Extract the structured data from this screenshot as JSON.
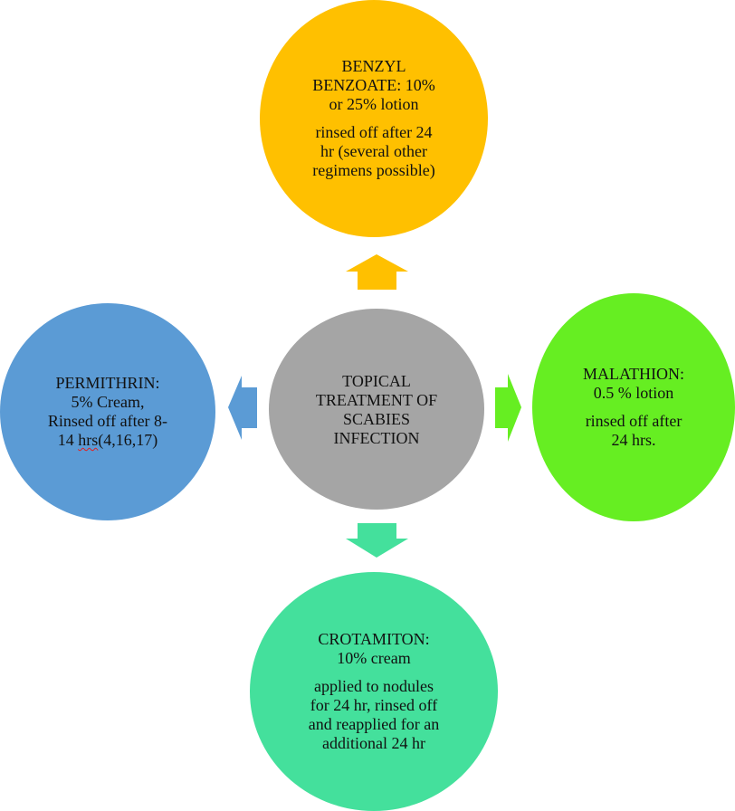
{
  "diagram": {
    "title": "Topical treatment of scabies infection",
    "colors": {
      "center": "#A5A5A5",
      "top": "#FFC000",
      "left": "#5B9BD5",
      "right": "#66EE22",
      "bottom": "#44E09C",
      "spellcheck_underline": "#E02020"
    },
    "center": {
      "lines": [
        "TOPICAL",
        "TREATMENT OF",
        "SCABIES",
        "INFECTION"
      ]
    },
    "nodes": {
      "top": {
        "name": "Benzyl benzoate",
        "heading_lines": [
          "BENZYL",
          "BENZOATE: 10%",
          "or 25%  lotion"
        ],
        "detail_lines": [
          "rinsed off after 24",
          "hr (several other",
          "regimens possible)"
        ],
        "arrow": "up-arrow-icon"
      },
      "left": {
        "name": "Permithrin",
        "heading_lines": [
          "PERMITHRIN:",
          "5% Cream,",
          "Rinsed off after 8-"
        ],
        "last_line_prefix": "14 ",
        "last_line_flagged": "hrs",
        "last_line_suffix": "(4,16,17)",
        "arrow": "left-arrow-icon"
      },
      "right": {
        "name": "Malathion",
        "heading_lines": [
          "MALATHION:",
          "0.5 % lotion"
        ],
        "detail_lines": [
          "rinsed off after",
          "24 hrs."
        ],
        "arrow": "right-arrow-icon"
      },
      "bottom": {
        "name": "Crotamiton",
        "heading_lines": [
          "CROTAMITON:",
          "10% cream"
        ],
        "detail_lines": [
          "applied to nodules",
          "for 24 hr, rinsed off",
          "and reapplied for an",
          "additional 24 hr"
        ],
        "arrow": "down-arrow-icon"
      }
    }
  }
}
